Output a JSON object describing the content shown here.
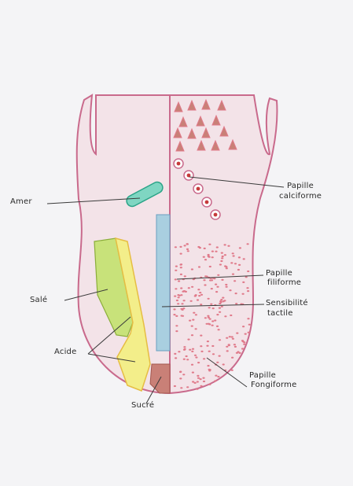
{
  "labels": {
    "amer": "Amer",
    "sale": "Salé",
    "acide": "Acide",
    "sucre": "Sucré",
    "papille_calciforme": [
      "Papille",
      "calciforme"
    ],
    "papille_filiforme": [
      "Papille",
      "filiforme"
    ],
    "sensibilite_tactile": [
      "Sensibilité",
      "tactile"
    ],
    "papille_fongiforme": [
      "Papille",
      "Fongiforme"
    ]
  },
  "colors": {
    "outline": "#c96a8c",
    "tongue_fill": "#f3e3e8",
    "bitter": "#7fd6c2",
    "salty": "#c8e27a",
    "sour": "#f3ee8a",
    "sour_edge": "#e6bd43",
    "sweet": "#c98077",
    "tactile": "#a9cfe0",
    "papilla": "#e07a8a",
    "calciform_dot": "#c53a3a",
    "line": "#3a3a3a"
  }
}
